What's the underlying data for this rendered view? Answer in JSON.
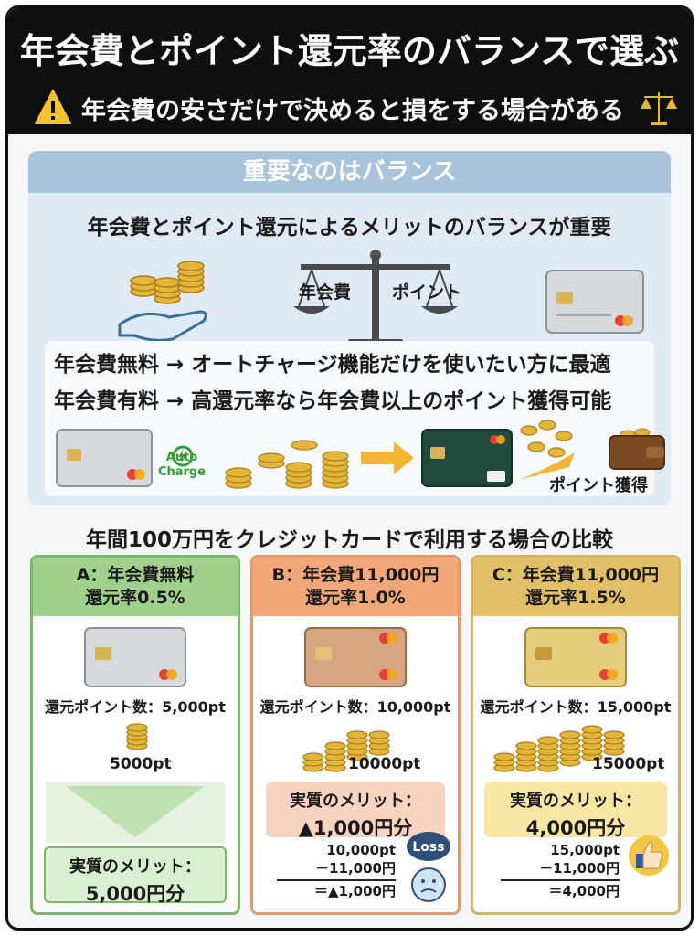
{
  "header": {
    "title": "年会費とポイント還元率のバランスで選ぶ",
    "subtitle": "年会費の安さだけで決めると損をする場合がある"
  },
  "balance_section": {
    "heading": "重要なのはバランス",
    "subheading": "年会費とポイント還元によるメリットのバランスが重要",
    "scale_left": "年会費",
    "scale_right": "ポイント",
    "line1": "年会費無料 → オートチャージ機能だけを使いたい方に最適",
    "line2": "年会費有料 → 高還元率なら年会費以上のポイント獲得可能",
    "auto_charge_l1": "Auto",
    "auto_charge_l2": "Charge",
    "points_earned": "ポイント獲得"
  },
  "comparison": {
    "title": "年間100万円をクレジットカードで利用する場合の比較",
    "columns": [
      {
        "head_l1": "A：年会費無料",
        "head_l2": "還元率0.5%",
        "points": "還元ポイント数：5,000pt",
        "stack_label": "5000pt",
        "merit_l1": "実質のメリット：",
        "merit_l2": "5,000円分"
      },
      {
        "head_l1": "B：年会費11,000円",
        "head_l2": "還元率1.0%",
        "points": "還元ポイント数：10,000pt",
        "stack_label": "10000pt",
        "merit_l1": "実質のメリット：",
        "merit_l2": "▲1,000円分",
        "calc_l1": "10,000pt",
        "calc_l2": "－11,000円",
        "calc_l3": "＝▲1,000円",
        "badge": "Loss"
      },
      {
        "head_l1": "C：年会費11,000円",
        "head_l2": "還元率1.5%",
        "points": "還元ポイント数：15,000pt",
        "stack_label": "15000pt",
        "merit_l1": "実質のメリット：",
        "merit_l2": "4,000円分",
        "calc_l1": "15,000pt",
        "calc_l2": "－11,000円",
        "calc_l3": "＝4,000円"
      }
    ]
  },
  "colors": {
    "header_bg": "#0f0f0f",
    "panel_bg": "#dfeaf4",
    "green": "#7cb86a",
    "orange": "#e09a6c",
    "gold": "#d4b65a",
    "coin": "#e3b63a"
  }
}
